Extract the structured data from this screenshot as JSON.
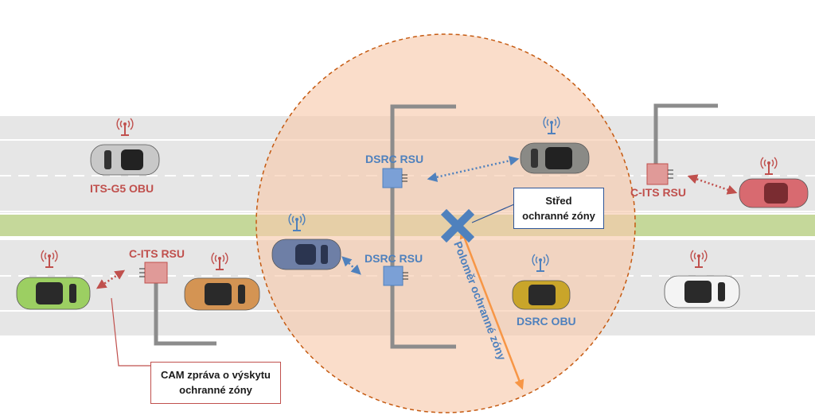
{
  "labels": {
    "its_g5_obu": "ITS-G5  OBU",
    "c_its_rsu_right": "C-ITS RSU",
    "c_its_rsu_left": "C-ITS RSU",
    "dsrc_rsu_top": "DSRC RSU",
    "dsrc_rsu_bottom": "DSRC RSU",
    "dsrc_obu": "DSRC OBU",
    "radius": "Poloměr ochranné zóny"
  },
  "center_box": {
    "line1": "Střed",
    "line2": "ochranné zóny"
  },
  "cam_box": {
    "line1": "CAM zpráva o výskytu",
    "line2": "ochranné zóny"
  },
  "colors": {
    "its": "#c0504d",
    "dsrc": "#4f81bd",
    "zone_fill": "#f8cbad",
    "zone_border": "#c55a11",
    "median": "#c5d89a",
    "road": "#e6e6e6",
    "radius_arrow": "#f79646",
    "center_box_border": "#2e5597",
    "cam_box_border": "#c0504d"
  },
  "cars": [
    {
      "name": "silver-car",
      "color": "#c8c8c8"
    },
    {
      "name": "dark-gray-car",
      "color": "#8a8a86"
    },
    {
      "name": "red-car",
      "color": "#d86a70"
    },
    {
      "name": "blue-car",
      "color": "#6e7fa6"
    },
    {
      "name": "green-car",
      "color": "#9ccf62"
    },
    {
      "name": "orange-car",
      "color": "#d49453"
    },
    {
      "name": "yellow-car",
      "color": "#c9a52a"
    },
    {
      "name": "white-car",
      "color": "#f4f4f4"
    }
  ]
}
